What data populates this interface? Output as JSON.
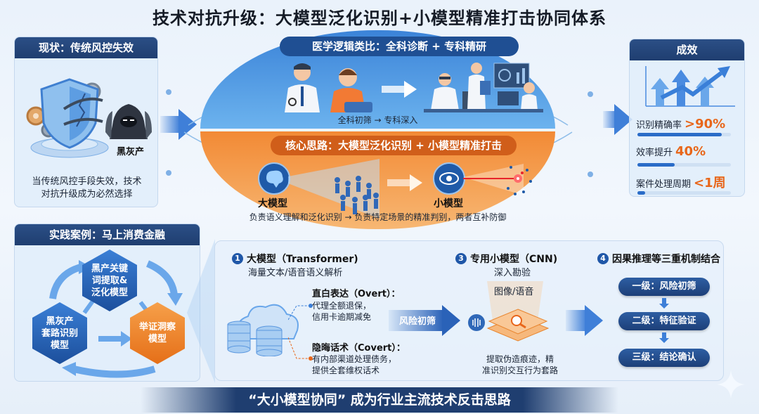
{
  "title": "技术对抗升级：大模型泛化识别+小模型精准打击协同体系",
  "status_panel": {
    "header": "现状：传统风控失效",
    "actor_label": "黑灰产",
    "description_line1": "当传统风控手段失效，技术",
    "description_line2": "对抗升级成为必然选择"
  },
  "medical_analogy": {
    "header": "医学逻辑类比：全科诊断 + 专科精研",
    "caption": "全科初筛 → 专科深入"
  },
  "core_idea": {
    "header": "核心思路：大模型泛化识别 + 小模型精准打击",
    "big_model_label": "大模型",
    "small_model_label": "小模型",
    "caption": "负责语义理解和泛化识别 → 负责特定场景的精准判别，两者互补防御"
  },
  "results_panel": {
    "header": "成效",
    "metrics": [
      {
        "label": "识别精确率",
        "value": ">90%",
        "bar_pct": 90
      },
      {
        "label": "效率提升",
        "value": "40%",
        "bar_pct": 40
      },
      {
        "label": "案件处理周期",
        "value": "<1周",
        "bar_pct": 8
      }
    ]
  },
  "case_panel": {
    "header": "实践案例：马上消费金融",
    "nodes": [
      {
        "label": "黑产关键词提取&泛化模型",
        "lines": [
          "黑产关键",
          "词提取&",
          "泛化模型"
        ]
      },
      {
        "label": "黑灰产套路识别模型",
        "lines": [
          "黑灰产",
          "套路识别",
          "模型"
        ]
      },
      {
        "label": "举证洞察模型",
        "lines": [
          "举证洞察",
          "模型"
        ]
      }
    ]
  },
  "steps": {
    "step1": {
      "number": "1",
      "title": "大模型（Transformer)",
      "subtitle": "海量文本/语音语义解析",
      "overt_title": "直白表达（Overt）：",
      "overt_line1": "代理全额退保，",
      "overt_line2": "信用卡逾期减免",
      "covert_title": "隐晦话术（Covert）：",
      "covert_line1": "有内部渠道处理债务，",
      "covert_line2": "提供全套维权话术"
    },
    "arrow_label": "风险初筛",
    "step3": {
      "number": "3",
      "title": "专用小模型（CNN)",
      "subtitle": "深入勘验",
      "media_label": "图像/语音",
      "desc_line1": "提取伪造痕迹，精",
      "desc_line2": "准识别交互行为套路"
    },
    "step4": {
      "number": "4",
      "title": "因果推理等三重机制结合",
      "levels": [
        "一级：风险初筛",
        "二级：特征验证",
        "三级：结论确认"
      ]
    }
  },
  "footer": "“大小模型协同” 成为行业主流技术反击思路",
  "colors": {
    "navy": "#1f3e70",
    "blue": "#3b83d8",
    "orange": "#f28a35",
    "accent_orange": "#e8661a"
  }
}
